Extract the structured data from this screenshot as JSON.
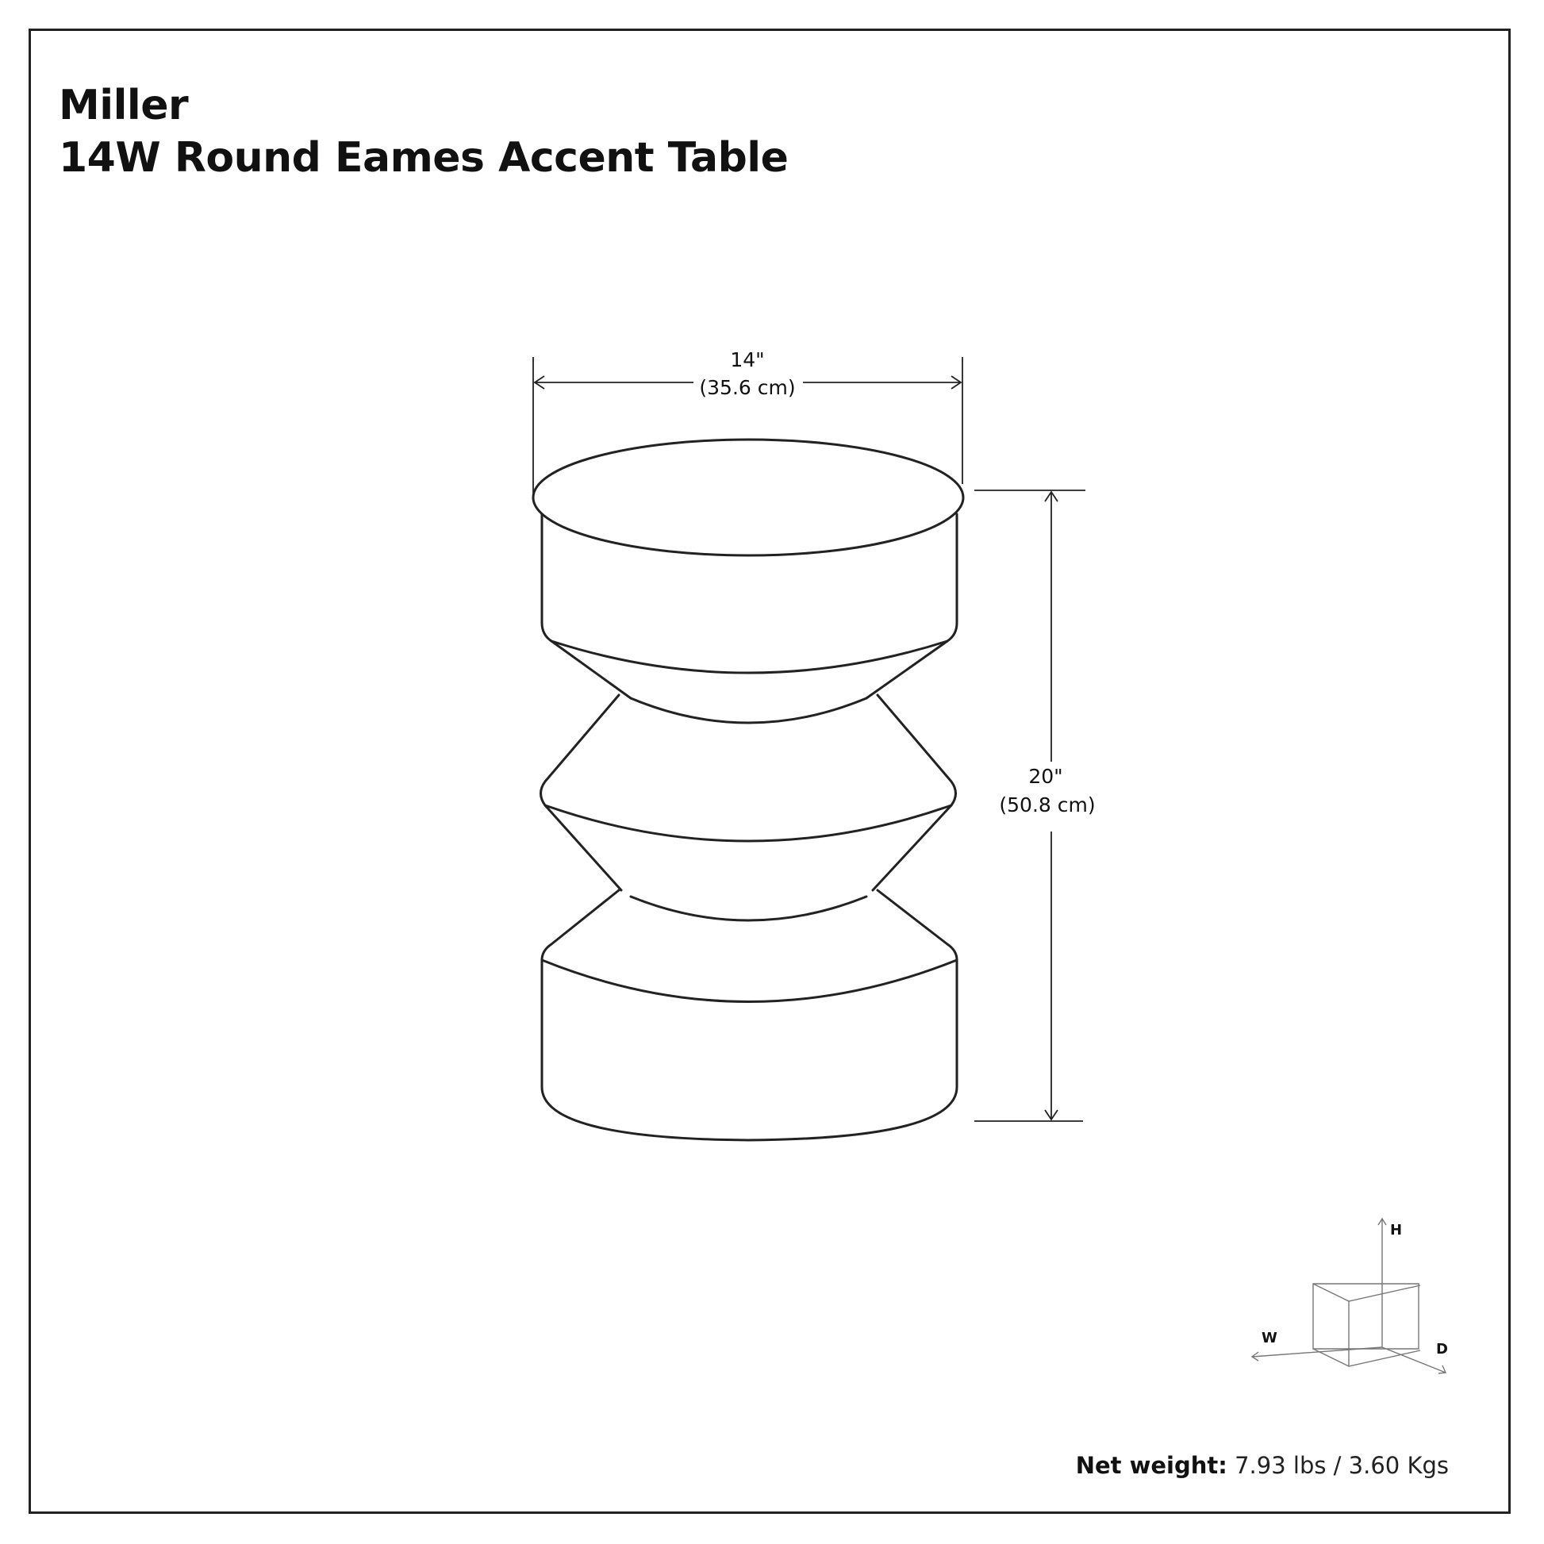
{
  "title": {
    "brand": "Miller",
    "product": "14W Round Eames Accent Table"
  },
  "dimensions": {
    "width_in": "14\"",
    "width_cm": "(35.6 cm)",
    "height_in": "20\"",
    "height_cm": "(50.8 cm)"
  },
  "axis_legend": {
    "h_label": "H",
    "w_label": "W",
    "d_label": "D"
  },
  "net_weight": {
    "label": "Net weight:",
    "value": "7.93 lbs / 3.60 Kgs"
  },
  "colors": {
    "line": "#222222",
    "text": "#111111",
    "legend_line": "#777777",
    "background": "#ffffff"
  }
}
